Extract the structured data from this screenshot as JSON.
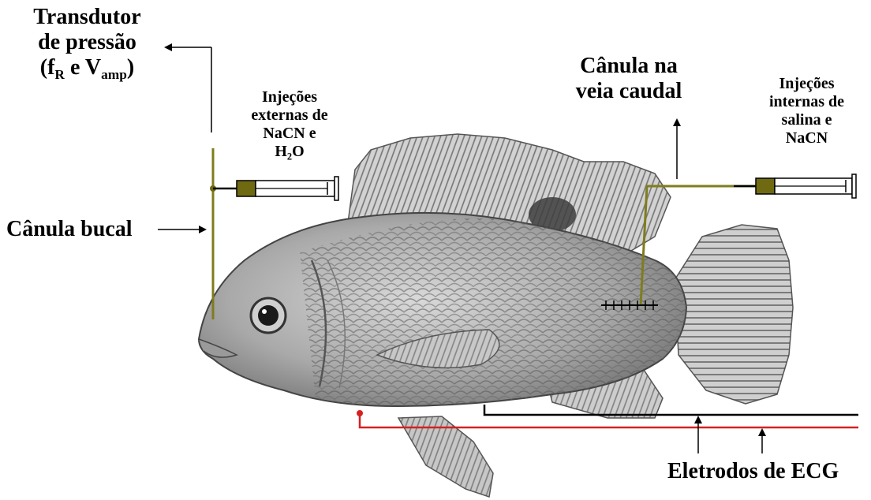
{
  "labels": {
    "transducer": {
      "line1": "Transdutor",
      "line2": "de pressão",
      "line3_open": "(f",
      "line3_sub1": "R",
      "line3_mid": " e V",
      "line3_sub2": "amp",
      "line3_close": ")"
    },
    "external_injections": {
      "line1": "Injeções",
      "line2": "externas de",
      "line3": "NaCN e",
      "line4_pre": "H",
      "line4_sub": "2",
      "line4_post": "O"
    },
    "buccal_cannula": "Cânula bucal",
    "caudal_vein_cannula": {
      "line1": "Cânula na",
      "line2": "veia caudal"
    },
    "internal_injections": {
      "line1": "Injeções",
      "line2": "internas de",
      "line3": "salina e",
      "line4": "NaCN"
    },
    "ecg_electrodes": "Eletrodos de ECG"
  },
  "colors": {
    "cannula": "#7f7d1e",
    "syringe_plunger": "#6f6a12",
    "ecg_black_wire": "#000000",
    "ecg_red_wire": "#d62121",
    "fish_body": "#b9b9b9"
  }
}
